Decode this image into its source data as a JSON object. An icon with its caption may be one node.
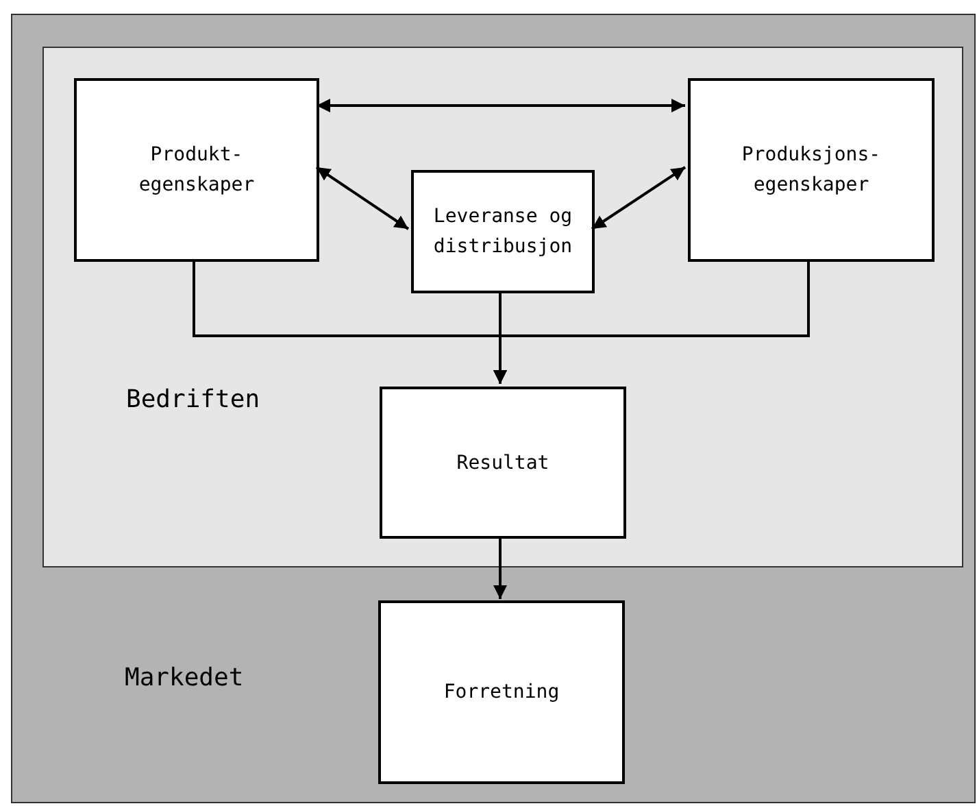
{
  "diagram": {
    "nodes": [
      {
        "text": [
          "Markedet"
        ]
      },
      {
        "text": [
          "Bedriften"
        ],
        "in": 0
      },
      {
        "text": [
          "Produkt- egenskaper"
        ],
        "in": 1
      },
      {
        "text": [
          "Leveranse og distribusjon"
        ],
        "in": 1
      },
      {
        "text": [
          "Produksjons- egenskaper"
        ],
        "in": 1
      },
      {
        "text": [
          "Resultat"
        ],
        "in": 1
      },
      {
        "text": [
          "Forretning"
        ],
        "in": 0
      }
    ],
    "edges": [
      {
        "from": 2,
        "to": 4,
        "arrow": "both"
      },
      {
        "from": 2,
        "to": 3,
        "arrow": "both"
      },
      {
        "from": 4,
        "to": 3,
        "arrow": "both"
      },
      {
        "from": 2,
        "to": 5,
        "arrow": "to"
      },
      {
        "from": 3,
        "to": 5,
        "arrow": "to"
      },
      {
        "from": 4,
        "to": 5,
        "arrow": "to"
      },
      {
        "from": 5,
        "to": 6,
        "arrow": "to"
      }
    ]
  }
}
